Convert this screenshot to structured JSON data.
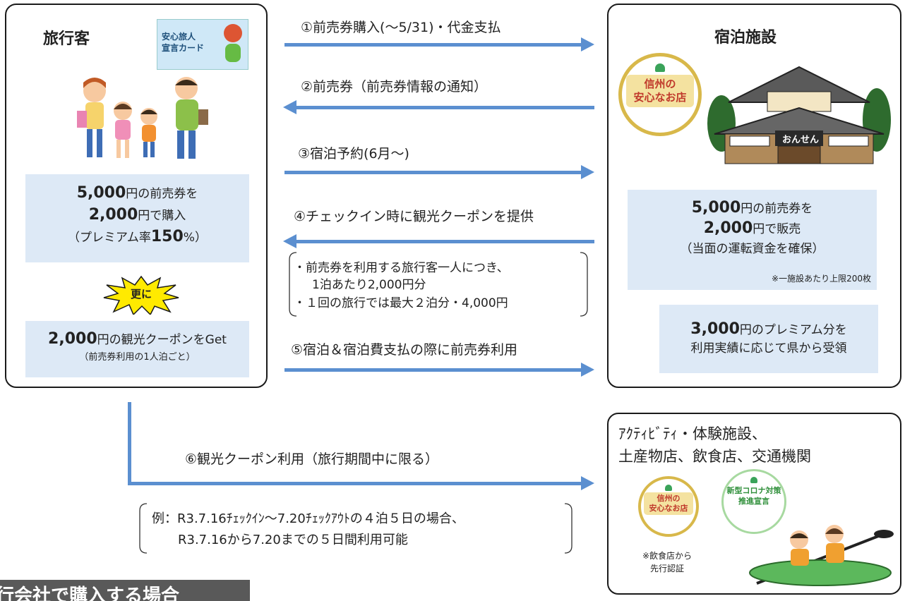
{
  "traveler": {
    "title": "旅行客",
    "card_label": "安心旅人\n宣言カード",
    "panel1": {
      "amount1": "5,000",
      "unit1": "円の前売券を",
      "amount2": "2,000",
      "unit2": "円で購入",
      "premium_pre": "（プレミアム率",
      "premium_val": "150",
      "premium_post": "%）"
    },
    "burst": "更に",
    "panel2": {
      "amount": "2,000",
      "text": "円の観光クーポンをGet",
      "note": "（前売券利用の1人泊ごと）"
    }
  },
  "lodging": {
    "title": "宿泊施設",
    "badge": "信州の\n安心なお店",
    "sign": "おんせん",
    "panel1": {
      "amount1": "5,000",
      "unit1": "円の前売券を",
      "amount2": "2,000",
      "unit2": "円で販売",
      "note": "（当面の運転資金を確保）",
      "limit": "※一施設あたり上限200枚"
    },
    "panel2": {
      "amount": "3,000",
      "text": "円のプレミアム分を",
      "text2": "利用実績に応じて県から受領"
    }
  },
  "flows": {
    "f1": "①前売券購入(～5/31)・代金支払",
    "f2": "②前売券（前売券情報の通知）",
    "f3": "③宿泊予約(6月～)",
    "f4": "④チェックイン時に観光クーポンを提供",
    "f4_note1": "・前売券を利用する旅行客一人につき、",
    "f4_note2": "1泊あたり2,000円分",
    "f4_note3": "・１回の旅行では最大２泊分・4,000円",
    "f5": "⑤宿泊＆宿泊費支払の際に前売券利用",
    "f6": "⑥観光クーポン利用（旅行期間中に限る）",
    "f6_note1": "例：R3.7.16ﾁｪｯｸｲﾝ～7.20ﾁｪｯｸｱｳﾄの４泊５日の場合、",
    "f6_note2": "R3.7.16から7.20までの５日間利用可能"
  },
  "activity": {
    "title1": "ｱｸﾃｨﾋﾞﾃｨ・体験施設、",
    "title2": "土産物店、飲食店、交通機関",
    "badge1": "信州の\n安心なお店",
    "badge2": "新型コロナ対策\n推進宣言",
    "note1": "※飲食店から",
    "note2": "先行認証"
  },
  "bottom_banner": "行会社で購入する場合",
  "colors": {
    "arrow": "#5b8fd0",
    "panel": "#dde9f6",
    "border": "#1a1a1a",
    "badge_gold": "#d8b84a"
  }
}
